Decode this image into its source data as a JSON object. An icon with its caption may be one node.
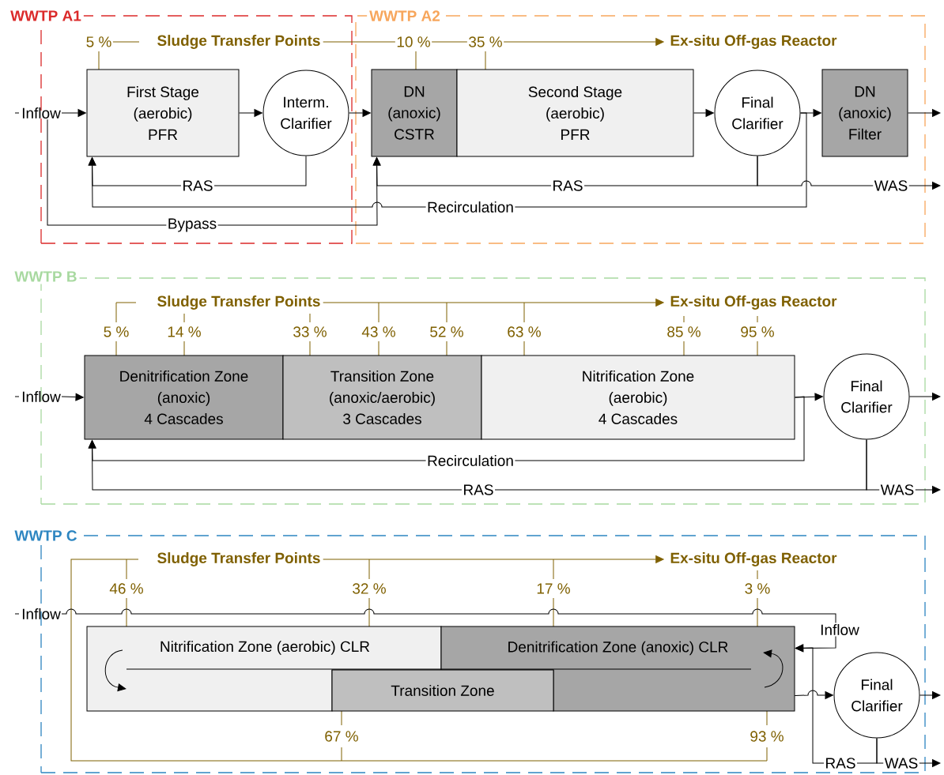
{
  "diagram": {
    "nodes": [
      {
        "text": [
          "WWTP A1"
        ]
      },
      {
        "text": [
          "WWTP A2"
        ]
      },
      {
        "text": [
          "Inflow"
        ]
      },
      {
        "text": [
          "First Stage",
          "(aerobic)",
          "PFR"
        ],
        "in": 0
      },
      {
        "text": [
          "Interm. Clarifier"
        ],
        "in": 0
      },
      {
        "text": [
          "Sludge Transfer Points"
        ],
        "in": 0
      },
      {
        "text": [
          "DN",
          "(anoxic)",
          "CSTR"
        ],
        "in": 1
      },
      {
        "text": [
          "Second Stage",
          "(aerobic)",
          "PFR"
        ],
        "in": 1
      },
      {
        "text": [
          "Final Clarifier"
        ],
        "in": 1
      },
      {
        "text": [
          "DN",
          "(anoxic)",
          "Filter"
        ],
        "in": 1
      },
      {
        "text": [
          "Ex-situ Off-gas Reactor"
        ],
        "in": 1
      },
      {
        "text": [
          "WWTP B"
        ]
      },
      {
        "text": [
          "Inflow"
        ]
      },
      {
        "text": [
          "Sludge Transfer Points"
        ],
        "in": 11
      },
      {
        "text": [
          "Ex-situ Off-gas Reactor"
        ],
        "in": 11
      },
      {
        "text": [
          "Denitrification Zone",
          "(anoxic)",
          "4 Cascades"
        ],
        "in": 11
      },
      {
        "text": [
          "Transition Zone",
          "(anoxic/aerobic)",
          "3 Cascades"
        ],
        "in": 11
      },
      {
        "text": [
          "Nitrification Zone",
          "(aerobic)",
          "4 Cascades"
        ],
        "in": 11
      },
      {
        "text": [
          "Final Clarifier"
        ],
        "in": 11
      },
      {
        "text": [
          "WWTP C"
        ]
      },
      {
        "text": [
          "Inflow"
        ]
      },
      {
        "text": [
          "Sludge Transfer Points"
        ],
        "in": 19
      },
      {
        "text": [
          "Ex-situ Off-gas Reactor"
        ],
        "in": 19
      },
      {
        "text": [
          "Nitrification Zone (aerobic) CLR"
        ],
        "in": 19
      },
      {
        "text": [
          "Denitrification Zone (anoxic) CLR"
        ],
        "in": 19
      },
      {
        "text": [
          "Transition Zone"
        ],
        "in": 19
      },
      {
        "text": [
          "Final Clarifier"
        ],
        "in": 19
      }
    ],
    "edges": [
      {
        "from": 2,
        "to": 3,
        "arrow": "to"
      },
      {
        "from": 3,
        "to": 4,
        "arrow": "to"
      },
      {
        "from": 4,
        "to": 6,
        "arrow": "to"
      },
      {
        "from": 7,
        "to": 8,
        "arrow": "to"
      },
      {
        "from": 8,
        "to": 9,
        "arrow": "to"
      },
      {
        "from": 9,
        "to": null,
        "arrow": "to"
      },
      {
        "from": 4,
        "to": 3,
        "arrow": "to",
        "label": "RAS"
      },
      {
        "from": 8,
        "to": 6,
        "arrow": "to",
        "label": "RAS"
      },
      {
        "from": 8,
        "to": null,
        "arrow": "to",
        "label": "WAS"
      },
      {
        "from": 8,
        "to": 3,
        "arrow": "to",
        "label": "Recirculation"
      },
      {
        "from": 2,
        "to": 6,
        "arrow": "to",
        "label": "Bypass"
      },
      {
        "from": 5,
        "to": 10,
        "arrow": "to",
        "color": "#7f6000"
      },
      {
        "from": 12,
        "to": 15,
        "arrow": "to"
      },
      {
        "from": 17,
        "to": 18,
        "arrow": "to"
      },
      {
        "from": 18,
        "to": null,
        "arrow": "to"
      },
      {
        "from": 17,
        "to": 15,
        "arrow": "to",
        "label": "Recirculation"
      },
      {
        "from": 18,
        "to": 15,
        "arrow": "to",
        "label": "RAS"
      },
      {
        "from": 18,
        "to": null,
        "arrow": "to",
        "label": "WAS"
      },
      {
        "from": 13,
        "to": 14,
        "arrow": "to",
        "color": "#7f6000"
      },
      {
        "from": 20,
        "to": 24,
        "arrow": "to",
        "label": "Inflow"
      },
      {
        "from": 24,
        "to": 26,
        "arrow": "to"
      },
      {
        "from": 26,
        "to": null,
        "arrow": "to"
      },
      {
        "from": 26,
        "to": 24,
        "arrow": "to",
        "label": "RAS"
      },
      {
        "from": 26,
        "to": null,
        "arrow": "to",
        "label": "WAS"
      },
      {
        "from": 21,
        "to": 22,
        "arrow": "to",
        "color": "#7f6000"
      }
    ],
    "labels": [
      "5 %",
      "10 %",
      "35 %",
      "5 %",
      "14 %",
      "33 %",
      "43 %",
      "52 %",
      "63 %",
      "85 %",
      "95 %",
      "46 %",
      "32 %",
      "17 %",
      "3 %",
      "67 %",
      "93 %"
    ]
  }
}
